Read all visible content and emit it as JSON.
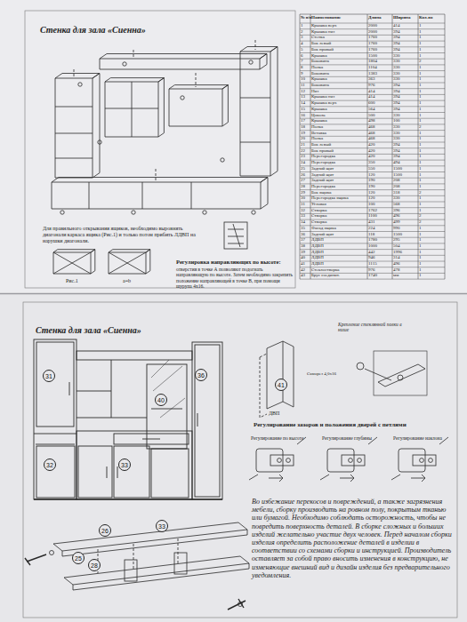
{
  "diagram": {
    "title": "Стенка для зала «Сиенна»",
    "nodes": [
      {
        "text": [
          "31"
        ]
      },
      {
        "text": [
          "40"
        ]
      },
      {
        "text": [
          "36"
        ]
      },
      {
        "text": [
          "32"
        ]
      },
      {
        "text": [
          "33"
        ]
      },
      {
        "text": [
          "41"
        ]
      },
      {
        "text": [
          "26"
        ]
      },
      {
        "text": [
          "33"
        ]
      },
      {
        "text": [
          "25"
        ]
      },
      {
        "text": [
          "28"
        ]
      }
    ],
    "labels": [
      "Стенка для зала «Сиенна»",
      "Для правильного открывания ящиков, необходимо выровнять диагонали каркаса ящика (Рис.1) и только потом прибить ЛДВП на нарушки диагонали.",
      "Рис.1",
      "a=b",
      "Регулировка направляющих по высоте:",
      "отверстия в точке А позволяют подогнать направляющую по высоте. Затем необходимо закрепить положение направляющей в точке В, при помощи шурупа 4х16.",
      "Крепление стеклянной полки в нише",
      "Саморез 4,0х16",
      "ДВП",
      "Регулирование зазоров и положения дверей с петлями",
      "Регулирование по высоте",
      "Регулирование глубины",
      "Регулирование наклона",
      "Во избежание перекосов и повреждений, а также загрязнения мебели, сборку производить на ровном полу, покрытым тканью или бумагой. Необходимо соблюдать осторожность, чтобы не повредить поверхность деталей. В сборке сложных и больших изделий желательно участие двух человек. Перед началом сборки изделия определить расположение деталей в изделии в соответствии со схемами сборки и инструкцией. Производитель оставляет за собой право вносить изменения в конструкцию, не изменяющие внешний вид и дизайн изделия без предварительного уведомления.",
      "№ п/п",
      "Наименование",
      "Длина",
      "Ширина",
      "Кол-во",
      "1",
      "Крышка верх",
      "2000",
      "414",
      "1",
      "2",
      "Крышка низ",
      "2000",
      "394",
      "1",
      "3",
      "Стенка",
      "1760",
      "394",
      "1",
      "4",
      "Бок левый",
      "1760",
      "394",
      "1",
      "5",
      "Бок правый",
      "1760",
      "394",
      "1",
      "6",
      "Крышка",
      "1500",
      "330",
      "1",
      "7",
      "Боковина",
      "1804",
      "330",
      "2",
      "8",
      "Полка",
      "1104",
      "330",
      "1",
      "9",
      "Боковина",
      "1383",
      "330",
      "1",
      "10",
      "Крышка",
      "363",
      "330",
      "1",
      "11",
      "Боковина",
      "976",
      "394",
      "1",
      "12",
      "Низ",
      "414",
      "394",
      "1",
      "13",
      "Крышка низ",
      "414",
      "394",
      "1",
      "14",
      "Крышка верх",
      "600",
      "394",
      "1",
      "15",
      "Крышка",
      "564",
      "394",
      "1",
      "16",
      "Цоколь",
      "500",
      "330",
      "1",
      "17",
      "Крышка",
      "498",
      "100",
      "1",
      "18",
      "Полка",
      "468",
      "330",
      "2",
      "19",
      "Вставка",
      "468",
      "330",
      "1",
      "20",
      "Полка",
      "468",
      "330",
      "1",
      "21",
      "Бок левый",
      "420",
      "394",
      "1",
      "22",
      "Бок правый",
      "420",
      "394",
      "1",
      "23",
      "Перегородка",
      "420",
      "394",
      "1",
      "24",
      "Перегородка",
      "350",
      "494",
      "1",
      "25",
      "Задний щит",
      "550",
      "1500",
      "1",
      "26",
      "Задний щит",
      "120",
      "1500",
      "1",
      "27",
      "Задний щит",
      "190",
      "208",
      "1",
      "28",
      "Перегородка",
      "190",
      "208",
      "1",
      "29",
      "Бок ящика",
      "120",
      "318",
      "2",
      "30",
      "Перегородка ящика",
      "120",
      "330",
      "1",
      "31",
      "Угловая",
      "100",
      "568",
      "1",
      "32",
      "Створка",
      "1762",
      "396",
      "1",
      "33",
      "Створка",
      "1100",
      "496",
      "2",
      "34",
      "Створка",
      "431",
      "499",
      "2",
      "35",
      "Фасад ящика",
      "224",
      "990",
      "1",
      "36",
      "Задний щит",
      "118",
      "1500",
      "1",
      "37",
      "ЛДВП",
      "1780",
      "295",
      "1",
      "38",
      "ЛДВП",
      "1000",
      "504",
      "1",
      "39",
      "ЛДВП",
      "442",
      "1996",
      "1",
      "40",
      "ЛДВП",
      "946",
      "314",
      "1",
      "41",
      "ЛДВП",
      "1115",
      "496",
      "1",
      "42",
      "Стеклостворка",
      "976",
      "478",
      "1",
      "43",
      "Брус соединит.",
      "1740",
      "мм",
      "1"
    ]
  }
}
